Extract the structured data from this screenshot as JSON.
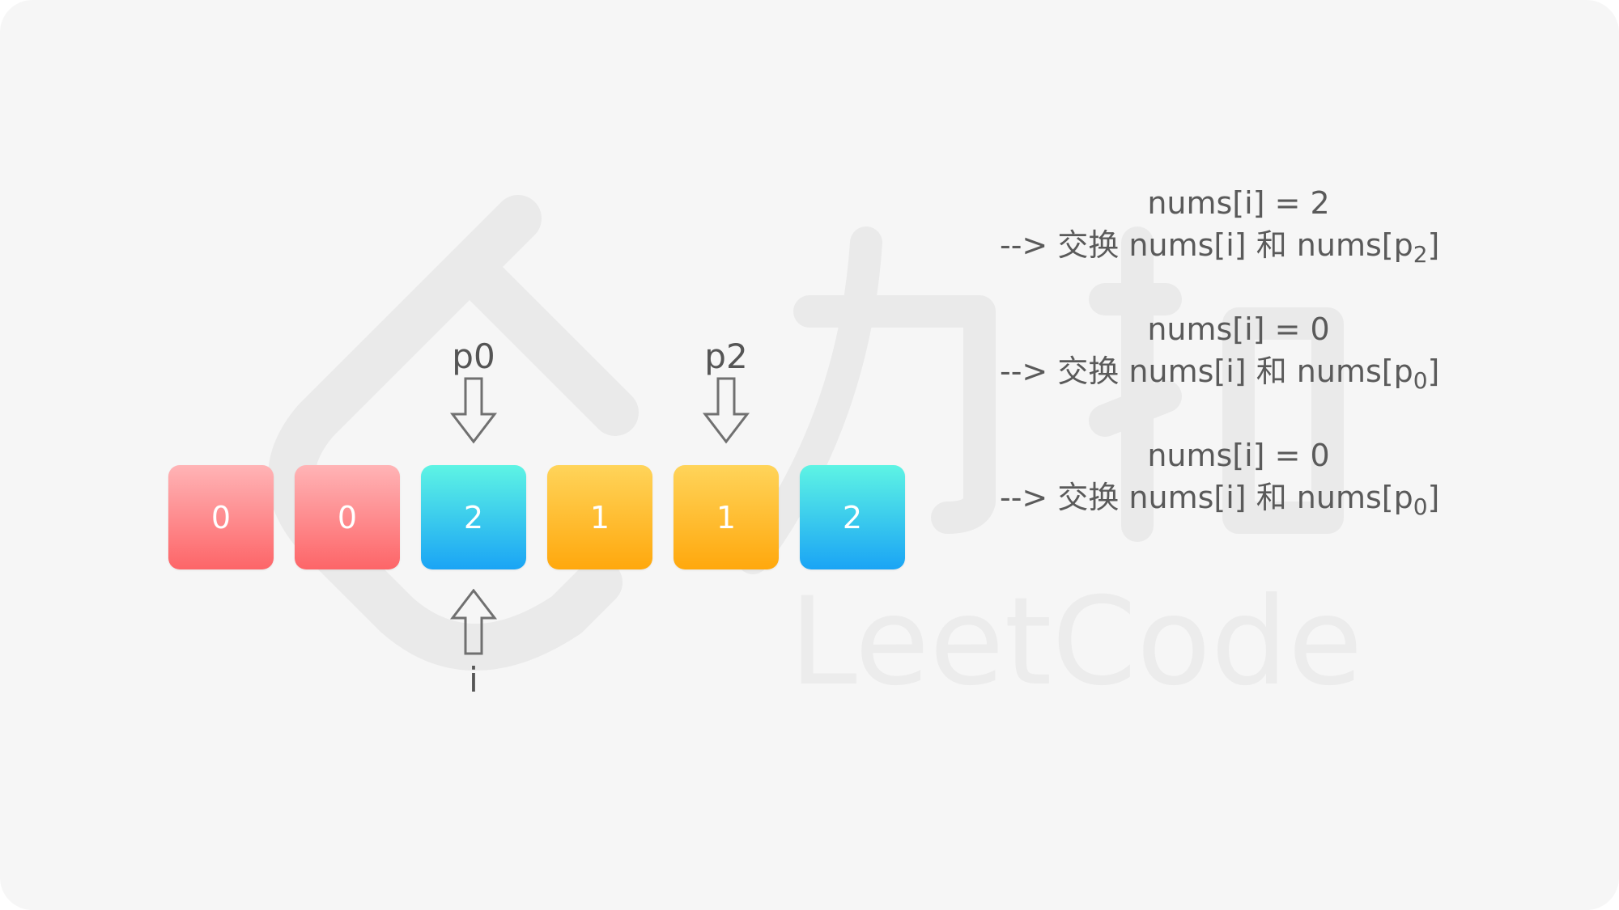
{
  "cells": [
    {
      "value": "0",
      "color": "red"
    },
    {
      "value": "0",
      "color": "red"
    },
    {
      "value": "2",
      "color": "cyan"
    },
    {
      "value": "1",
      "color": "yellow"
    },
    {
      "value": "1",
      "color": "yellow"
    },
    {
      "value": "2",
      "color": "cyan"
    }
  ],
  "pointers": {
    "p0": {
      "label": "p0",
      "index": 2
    },
    "p2": {
      "label": "p2",
      "index": 4
    },
    "i": {
      "label": "i",
      "index": 2
    }
  },
  "steps": [
    {
      "condition": "nums[i] = 2",
      "action_prefix": "--> 交换 nums[i] 和 nums[p",
      "action_sub": "2",
      "action_suffix": "]"
    },
    {
      "condition": "nums[i] = 0",
      "action_prefix": "--> 交换 nums[i] 和 nums[p",
      "action_sub": "0",
      "action_suffix": "]"
    },
    {
      "condition": "nums[i] = 0",
      "action_prefix": "--> 交换 nums[i] 和 nums[p",
      "action_sub": "0",
      "action_suffix": "]"
    }
  ],
  "watermark": {
    "text": "LeetCode",
    "icon": "leetcode-logo-icon"
  },
  "colors": {
    "background": "#f6f6f6",
    "red": [
      "#ffb4b6",
      "#fd6568"
    ],
    "cyan": [
      "#5ef4e4",
      "#1aa4f5"
    ],
    "yellow": [
      "#ffd45a",
      "#ffa80d"
    ],
    "text": "#555555"
  }
}
